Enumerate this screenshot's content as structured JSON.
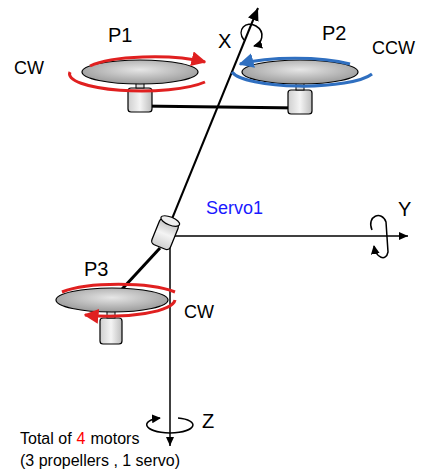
{
  "diagram": {
    "labels": [
      "X",
      "P1",
      "P2",
      "CW",
      "CCW",
      "Servo1",
      "Y",
      "P3",
      "CW",
      "Z",
      "Total of",
      "4",
      "motors",
      "(3 propellers , 1 servo)"
    ]
  }
}
